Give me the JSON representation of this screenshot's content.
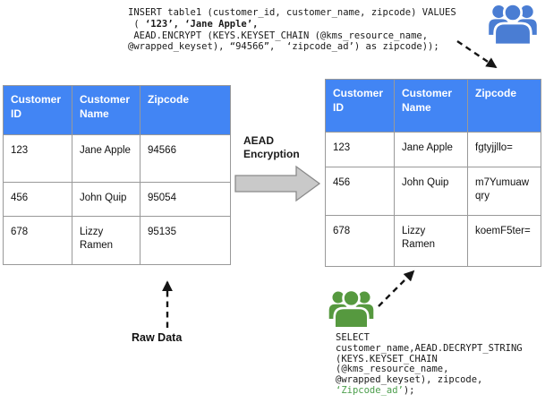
{
  "colors": {
    "table_header_blue": "#4285F4",
    "icon_blue": "#4A7DD3",
    "icon_green": "#56993F",
    "code_green": "#4C9E4C",
    "block_arrow_gray": "#C9C9C9"
  },
  "insert_code": {
    "line1": "INSERT table1 (customer_id, customer_name, zipcode) VALUES",
    "line2_prefix": " ( ",
    "line2_values": "‘123’, ‘Jane Apple’,",
    "line3": " AEAD.ENCRYPT (KEYS.KEYSET_CHAIN (@kms_resource_name,",
    "line4": "@wrapped_keyset), “94566”,  ‘zipcode_ad’) as zipcode));"
  },
  "raw_table": {
    "headers": [
      "Customer ID",
      "Customer Name",
      "Zipcode"
    ],
    "rows": [
      [
        "123",
        "Jane Apple",
        "94566"
      ],
      [
        "456",
        "John Quip",
        "95054"
      ],
      [
        "678",
        "Lizzy Ramen",
        "95135"
      ]
    ]
  },
  "encrypted_table": {
    "headers": [
      "Customer ID",
      "Customer Name",
      "Zipcode"
    ],
    "rows": [
      [
        "123",
        "Jane Apple",
        "fgtyjjllo="
      ],
      [
        "456",
        "John Quip",
        "m7Yumuawqry"
      ],
      [
        "678",
        "Lizzy Ramen",
        "koemF5ter="
      ]
    ]
  },
  "labels": {
    "aead_encryption": "AEAD Encryption",
    "raw_data": "Raw Data"
  },
  "select_code": {
    "line1": "SELECT",
    "line2": "customer_name,AEAD.DECRYPT_STRING",
    "line3": "(KEYS.KEYSET_CHAIN",
    "line4": "(@kms_resource_name,",
    "line5": "@wrapped_keyset), zipcode,",
    "line6_green": "‘Zipcode_ad’",
    "line6_tail": ");"
  }
}
